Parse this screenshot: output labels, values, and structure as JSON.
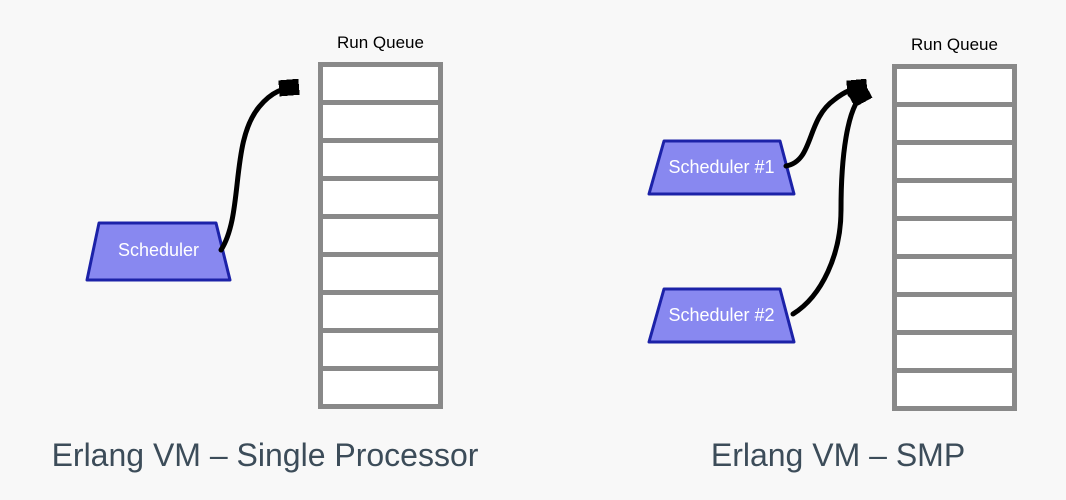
{
  "colors": {
    "background": "#f8f8f8",
    "queue_border": "#898989",
    "queue_cell_fill": "#ffffff",
    "scheduler_fill": "#8888f0",
    "scheduler_border": "#1c22a8",
    "scheduler_text": "#ffffff",
    "arrow": "#000000",
    "queue_label_text": "#000000",
    "caption_text": "#3c4c59"
  },
  "left_diagram": {
    "run_queue_label": "Run Queue",
    "queue_cells": 9,
    "schedulers": [
      {
        "label": "Scheduler"
      }
    ],
    "caption": "Erlang VM – Single Processor"
  },
  "right_diagram": {
    "run_queue_label": "Run Queue",
    "queue_cells": 9,
    "schedulers": [
      {
        "label": "Scheduler #1"
      },
      {
        "label": "Scheduler #2"
      }
    ],
    "caption": "Erlang VM – SMP"
  }
}
